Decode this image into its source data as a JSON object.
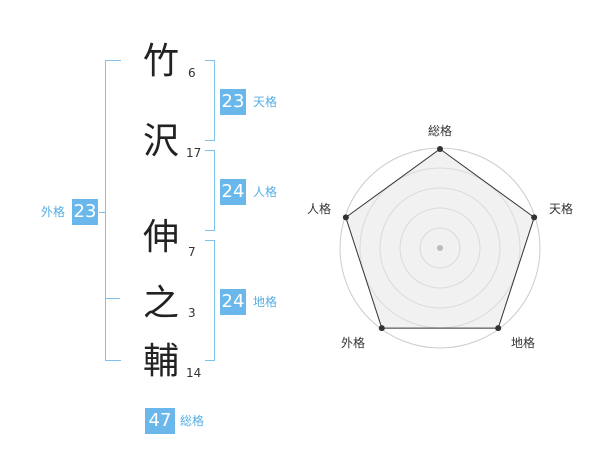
{
  "name": {
    "characters": [
      {
        "char": "竹",
        "strokes": "6"
      },
      {
        "char": "沢",
        "strokes": "17"
      },
      {
        "char": "伸",
        "strokes": "7"
      },
      {
        "char": "之",
        "strokes": "3"
      },
      {
        "char": "輔",
        "strokes": "14"
      }
    ]
  },
  "scores": {
    "tenkaku": {
      "value": "23",
      "label": "天格"
    },
    "jinkaku": {
      "value": "24",
      "label": "人格"
    },
    "chikaku": {
      "value": "24",
      "label": "地格"
    },
    "gaikaku": {
      "value": "23",
      "label": "外格"
    },
    "soukaku": {
      "value": "47",
      "label": "総格"
    }
  },
  "radar": {
    "axes": [
      "総格",
      "天格",
      "地格",
      "外格",
      "人格"
    ],
    "levels": 5,
    "values": [
      5,
      5,
      5,
      5,
      5
    ],
    "max": 5,
    "colors": {
      "fill": "#e6e6e6",
      "line": "#333333",
      "grid": "#cccccc",
      "dot": "#333333"
    }
  },
  "colors": {
    "accent": "#6ab8eb",
    "accent_text": "#56aee4",
    "bracket": "#7fc3ec"
  }
}
